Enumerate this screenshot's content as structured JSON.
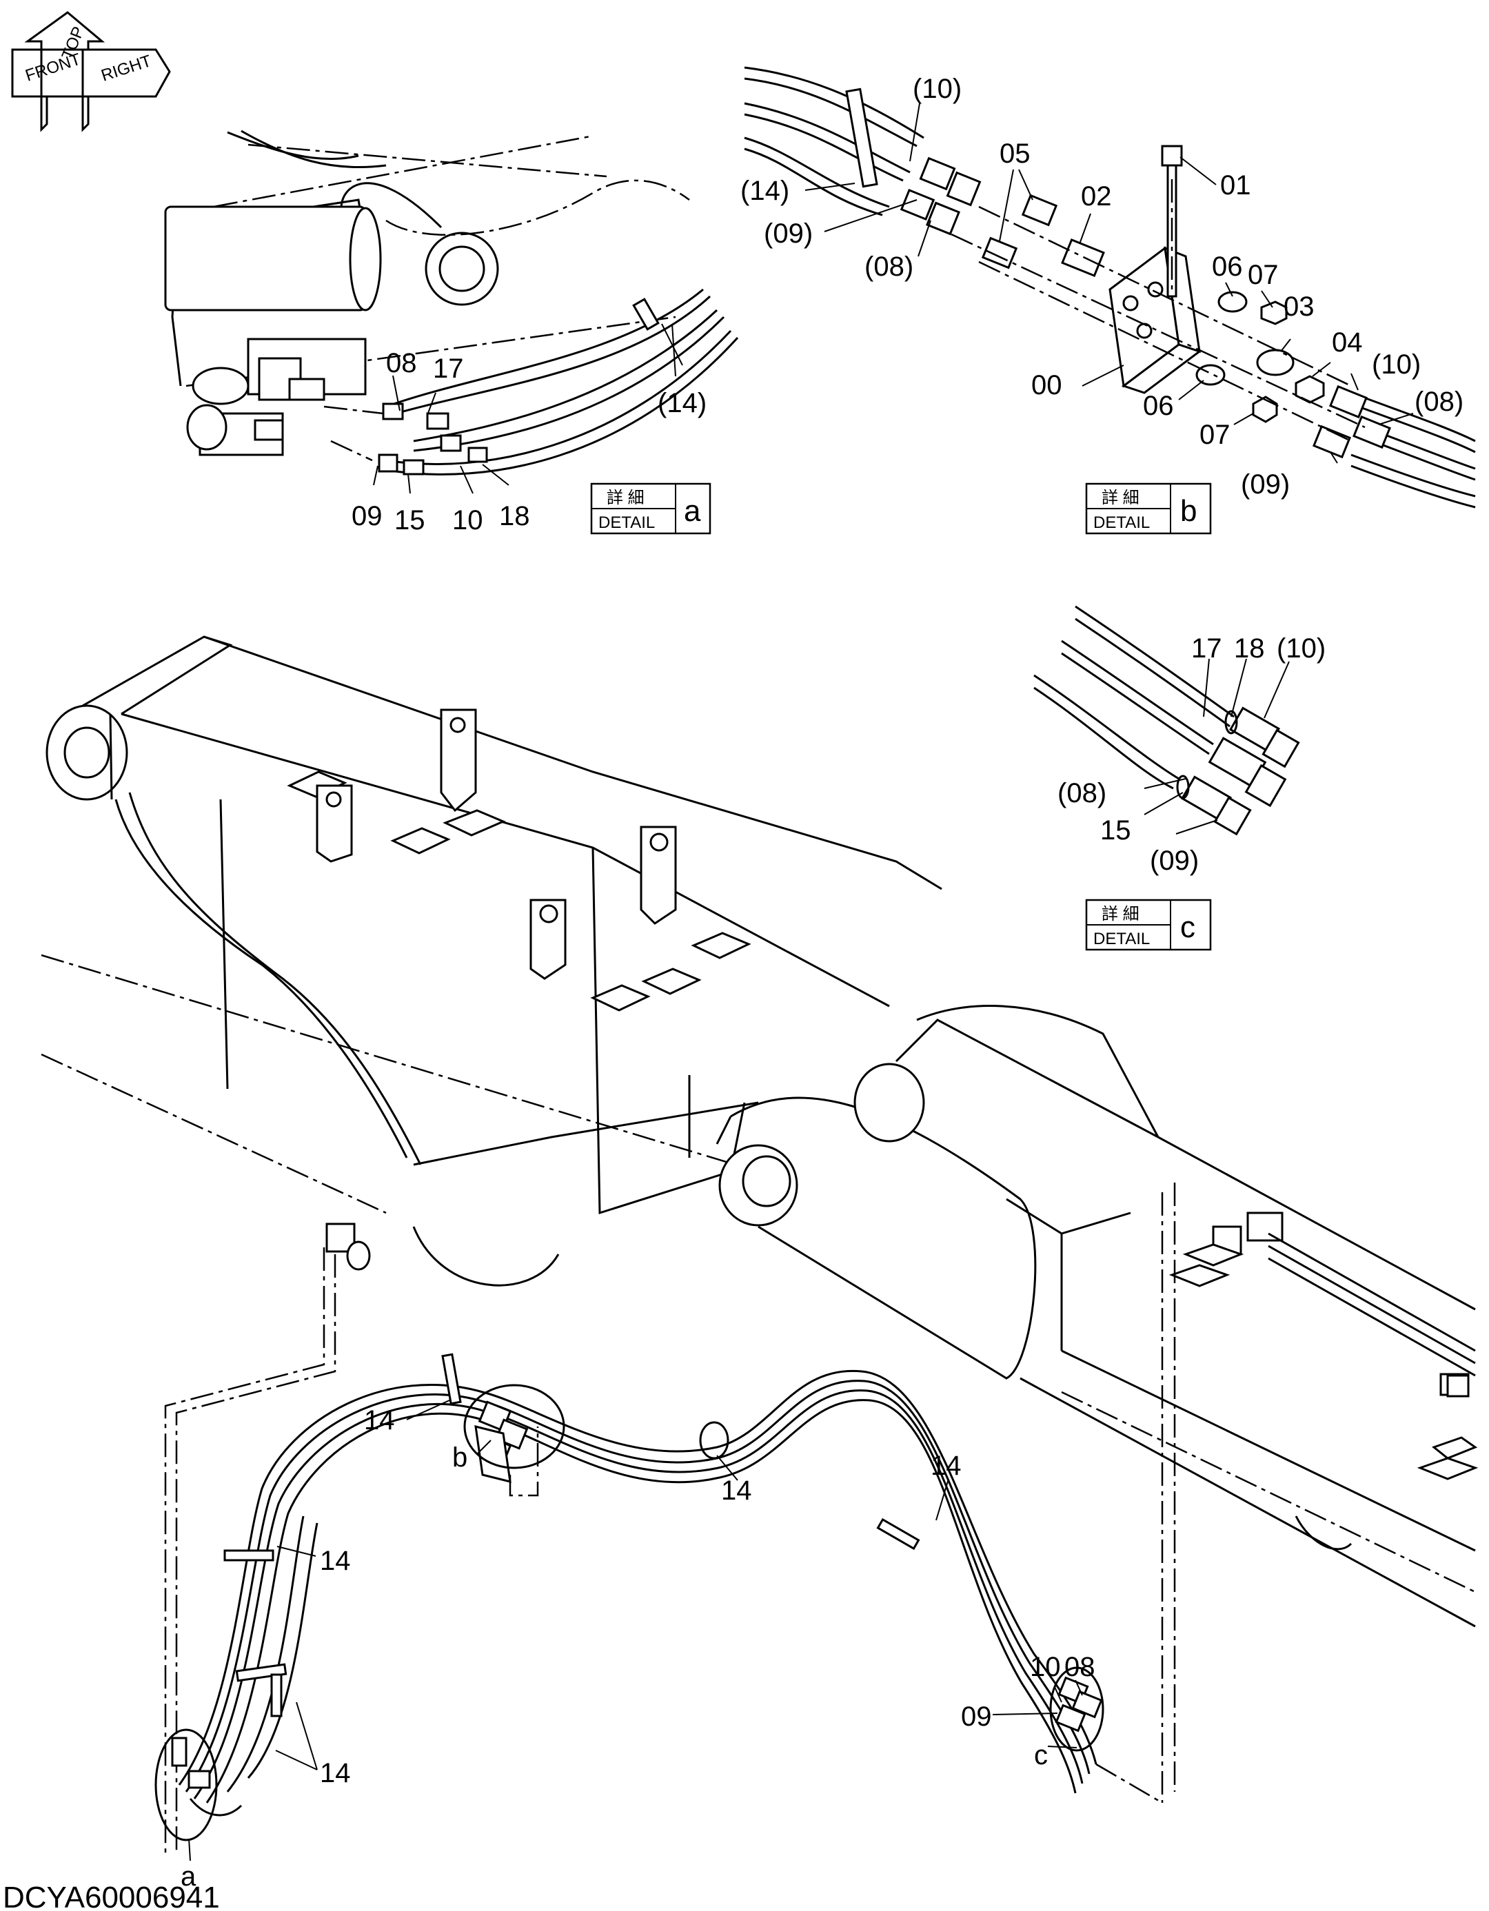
{
  "orientation": {
    "top": "TOP",
    "front": "FRONT",
    "right": "RIGHT"
  },
  "details": [
    {
      "jp": "詳 細",
      "en": "DETAIL",
      "letter": "a"
    },
    {
      "jp": "詳 細",
      "en": "DETAIL",
      "letter": "b"
    },
    {
      "jp": "詳 細",
      "en": "DETAIL",
      "letter": "c"
    }
  ],
  "detail_a_labels": [
    "08",
    "17",
    "(14)",
    "09",
    "15",
    "10",
    "18"
  ],
  "detail_b_labels": [
    "(10)",
    "05",
    "02",
    "01",
    "(14)",
    "(09)",
    "(08)",
    "06",
    "07",
    "03",
    "04",
    "(10)",
    "(08)",
    "00",
    "06",
    "07",
    "(09)"
  ],
  "detail_c_labels": [
    "17",
    "18",
    "(10)",
    "(08)",
    "15",
    "(09)"
  ],
  "main_labels": [
    "14",
    "b",
    "14",
    "14",
    "14",
    "14",
    "10",
    "08",
    "09",
    "c",
    "a"
  ],
  "drawing_code": "DCYA60006941"
}
